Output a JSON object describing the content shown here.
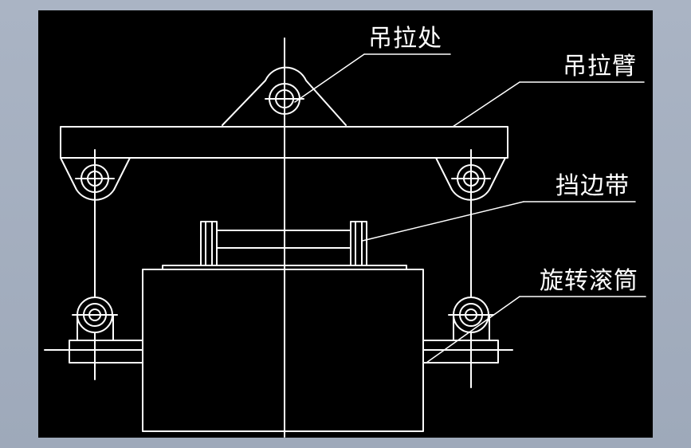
{
  "colors": {
    "outer_background": "#a3aebf",
    "canvas": "#000000",
    "stroke": "#ffffff"
  },
  "diagram": {
    "labels": {
      "lifting_point": "吊拉处",
      "lifting_arm": "吊拉臂",
      "edge_band": "挡边带",
      "rotating_drum": "旋转滚筒"
    }
  }
}
